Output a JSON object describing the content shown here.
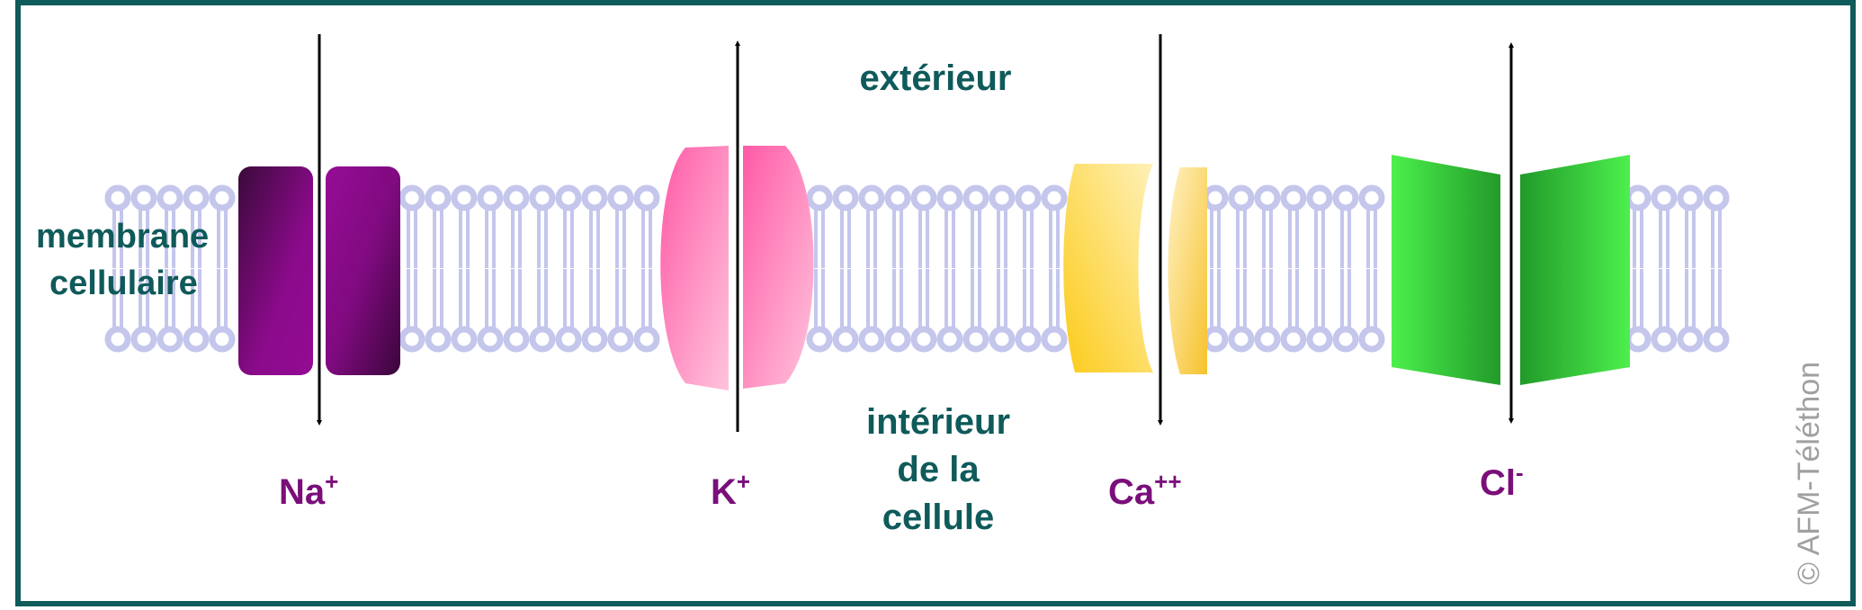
{
  "labels": {
    "outside": "extérieur",
    "membrane_line1": "membrane",
    "membrane_line2": "cellulaire",
    "inside_line1": "intérieur",
    "inside_line2": "de la",
    "inside_line3": "cellule",
    "copyright": "© AFM-Téléthon"
  },
  "channels": [
    {
      "id": "na",
      "ion": "Na",
      "charge": "+",
      "color": "#8b0a8b",
      "flow": "inward"
    },
    {
      "id": "k",
      "ion": "K",
      "charge": "+",
      "color": "#ff6eb0",
      "flow": "outward"
    },
    {
      "id": "ca",
      "ion": "Ca",
      "charge": "++",
      "color": "#fcd23c",
      "flow": "inward"
    },
    {
      "id": "cl",
      "ion": "Cl",
      "charge": "-",
      "color": "#3ed63e",
      "flow": "bidirectional"
    }
  ],
  "colors": {
    "frame": "#0f5a5a",
    "text_teal": "#0f5a5a",
    "ion_text": "#7a0f7a",
    "lipid": "#c4c6ec",
    "arrow": "#000000",
    "copyright": "#a0a0a0"
  }
}
